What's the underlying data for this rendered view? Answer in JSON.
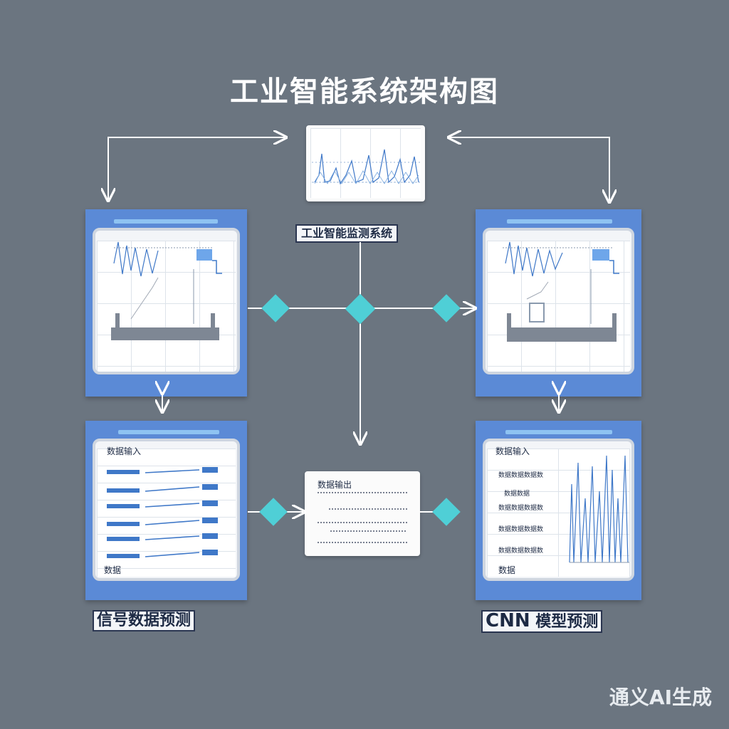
{
  "title": "工业智能系统架构图",
  "labels": {
    "top_center": "工业智能监测系统",
    "bottom_left": "信号数据预测",
    "bottom_right_prefix": "CNN",
    "bottom_right_suffix": "模型预测"
  },
  "panels": {
    "bottom_left_header": "数据输入",
    "bottom_left_footer": "数据",
    "bottom_right_header": "数据输入",
    "bottom_right_footer": "数据",
    "bottom_right_rows": [
      "数据数据数据数",
      "数据数据",
      "数据数据数据数",
      "数据数据数据数",
      "数据数据数据数"
    ],
    "center_card_header": "数据输出"
  },
  "watermark": "通义AI生成",
  "colors": {
    "background": "#6b7580",
    "frame": "#5b8ad6",
    "node": "#4fcfd6",
    "arrow": "#ffffff",
    "signal": "#3f78c8"
  }
}
